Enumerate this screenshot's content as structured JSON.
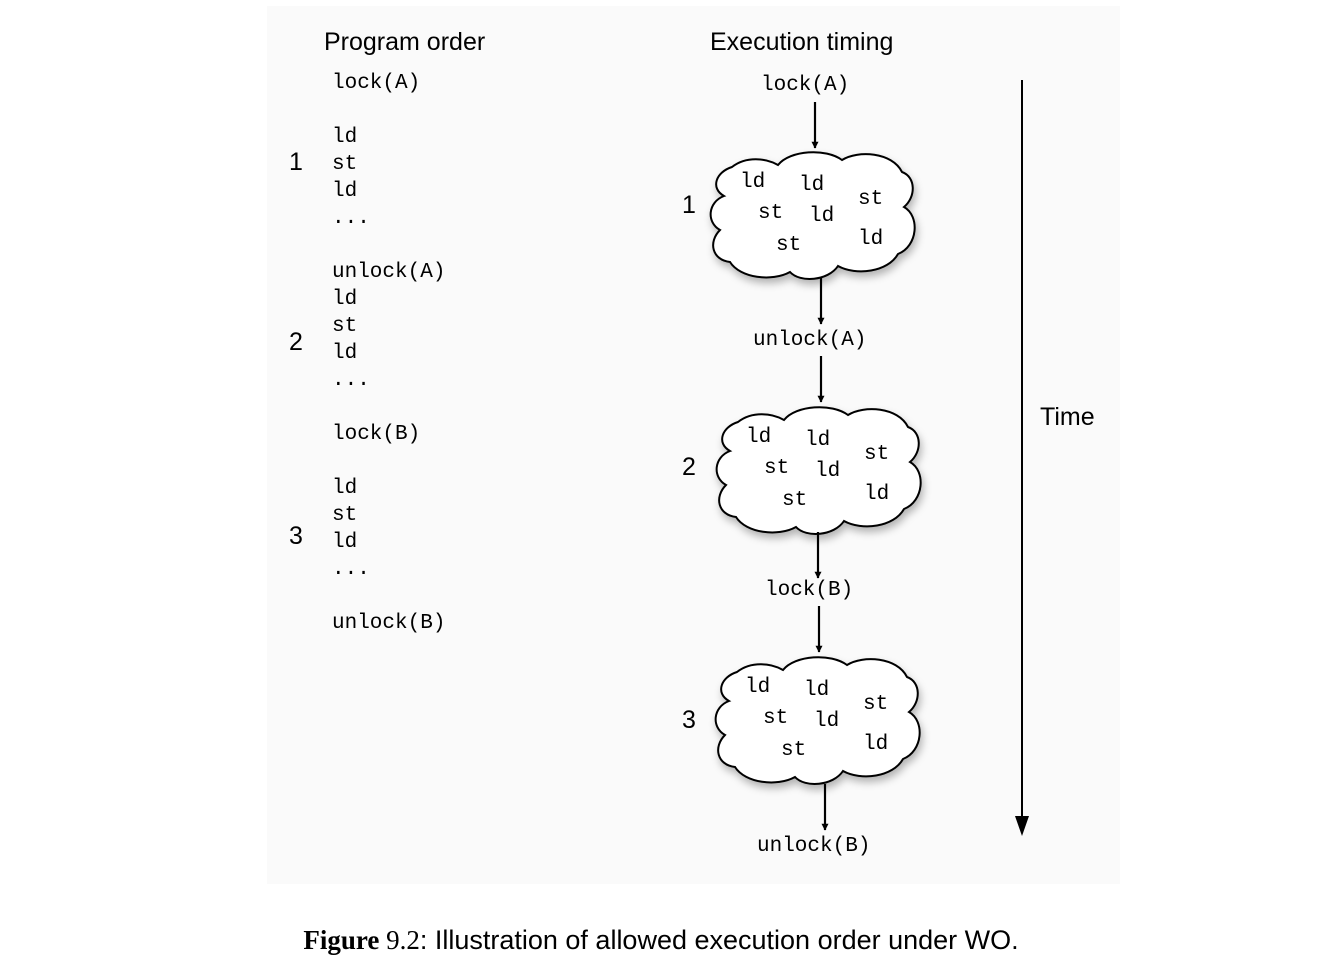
{
  "headings": {
    "program_order": "Program order",
    "execution_timing": "Execution timing"
  },
  "program_order": {
    "lines": [
      "lock(A)",
      "ld",
      "st",
      "ld",
      "...",
      "unlock(A)",
      "ld",
      "st",
      "ld",
      "...",
      "lock(B)",
      "ld",
      "st",
      "ld",
      "...",
      "unlock(B)"
    ],
    "group_numbers": [
      "1",
      "2",
      "3"
    ]
  },
  "execution_timing": {
    "sync_ops": [
      "lock(A)",
      "unlock(A)",
      "lock(B)",
      "unlock(B)"
    ],
    "group_numbers": [
      "1",
      "2",
      "3"
    ],
    "cloud_ops": [
      "ld",
      "ld",
      "st",
      "st",
      "ld",
      "st",
      "ld"
    ]
  },
  "time_axis": {
    "label": "Time"
  },
  "caption": {
    "label": "Figure",
    "number": "9.2",
    "text": ": Illustration of allowed execution order under WO."
  }
}
